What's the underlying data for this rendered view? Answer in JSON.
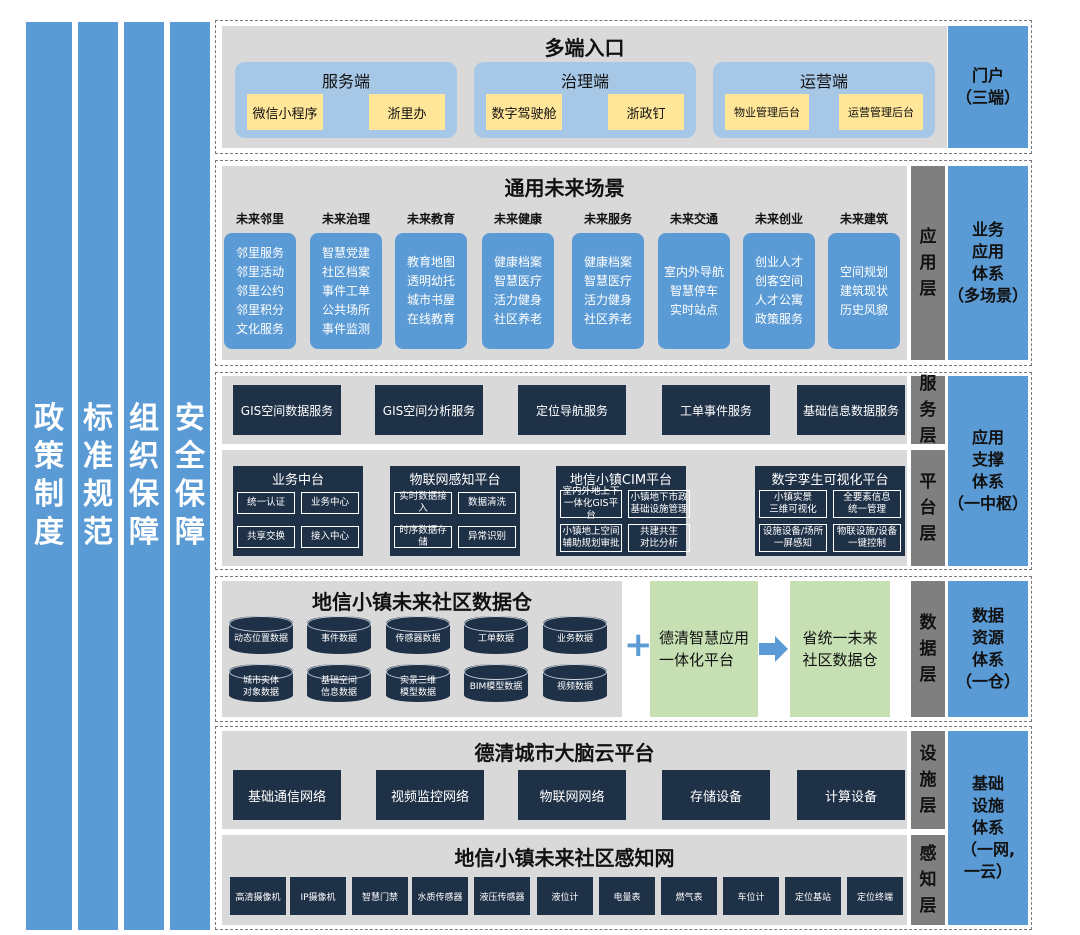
{
  "left_columns": [
    "政策制度",
    "标准规范",
    "组织保障",
    "安全保障"
  ],
  "portal": {
    "title": "多端入口",
    "right_label": [
      "门户",
      "（三端）"
    ],
    "groups": [
      {
        "title": "服务端",
        "items": [
          "微信小程序",
          "浙里办"
        ]
      },
      {
        "title": "治理端",
        "items": [
          "数字驾驶舱",
          "浙政钉"
        ]
      },
      {
        "title": "运营端",
        "items": [
          "物业管理后台",
          "运营管理后台"
        ]
      }
    ]
  },
  "application": {
    "title": "通用未来场景",
    "layer_label": "应用层",
    "right_label": [
      "业务",
      "应用",
      "体系",
      "（多场景）"
    ],
    "scenes": [
      {
        "name": "未来邻里",
        "items": [
          "邻里服务",
          "邻里活动",
          "邻里公约",
          "邻里积分",
          "文化服务"
        ]
      },
      {
        "name": "未来治理",
        "items": [
          "智慧党建",
          "社区档案",
          "事件工单",
          "公共场所",
          "事件监测"
        ]
      },
      {
        "name": "未来教育",
        "items": [
          "教育地图",
          "透明幼托",
          "城市书屋",
          "在线教育"
        ]
      },
      {
        "name": "未来健康",
        "items": [
          "健康档案",
          "智慧医疗",
          "活力健身",
          "社区养老"
        ]
      },
      {
        "name": "未来服务",
        "items": [
          "健康档案",
          "智慧医疗",
          "活力健身",
          "社区养老"
        ]
      },
      {
        "name": "未来交通",
        "items": [
          "室内外导航",
          "智慧停车",
          "实时站点"
        ]
      },
      {
        "name": "未来创业",
        "items": [
          "创业人才",
          "创客空间",
          "人才公寓",
          "政策服务"
        ]
      },
      {
        "name": "未来建筑",
        "items": [
          "空间规划",
          "建筑现状",
          "历史风貌"
        ]
      }
    ]
  },
  "service": {
    "layer_label": "服务层",
    "items": [
      "GIS空间数据服务",
      "GIS空间分析服务",
      "定位导航服务",
      "工单事件服务",
      "基础信息数据服务"
    ]
  },
  "support_right_label": [
    "应用",
    "支撑",
    "体系",
    "（一中枢）"
  ],
  "platform": {
    "layer_label": "平台层",
    "groups": [
      {
        "title": "业务中台",
        "items": [
          "统一认证",
          "业务中心",
          "共享交换",
          "接入中心"
        ]
      },
      {
        "title": "物联网感知平台",
        "items": [
          "实时数据接入",
          "数据清洗",
          "时序数据存储",
          "异常识别"
        ]
      },
      {
        "title": "地信小镇CIM平台",
        "items": [
          "室内外地上下|一体化GIS平台",
          "小镇地下市政|基础设施管理",
          "小镇地上空间|辅助规划审批",
          "共建共生|对比分析"
        ]
      },
      {
        "title": "数字孪生可视化平台",
        "items": [
          "小镇实景|三维可视化",
          "全要素信息|统一管理",
          "设施设备/场所|一屏感知",
          "物联设施/设备|一键控制"
        ]
      }
    ]
  },
  "data": {
    "title": "地信小镇未来社区数据仓",
    "layer_label": "数据层",
    "right_label": [
      "数据",
      "资源",
      "体系",
      "（一仓）"
    ],
    "cylinders": [
      "动态位置数据",
      "事件数据",
      "传感器数据",
      "工单数据",
      "业务数据",
      "城市实体|对象数据",
      "基础空间|信息数据",
      "实景三维|模型数据",
      "BIM模型数据",
      "视频数据"
    ],
    "plus": "+",
    "green1": [
      "德清智慧应用",
      "一体化平台"
    ],
    "green2": [
      "省统一未来",
      "社区数据仓"
    ]
  },
  "infra": {
    "title": "德清城市大脑云平台",
    "layer_label": "设施层",
    "items": [
      "基础通信网络",
      "视频监控网络",
      "物联网网络",
      "存储设备",
      "计算设备"
    ]
  },
  "sense": {
    "title": "地信小镇未来社区感知网",
    "layer_label": "感知层",
    "items": [
      "高清摄像机",
      "IP摄像机",
      "智慧门禁",
      "水质传感器",
      "液压传感器",
      "液位计",
      "电量表",
      "燃气表",
      "车位计",
      "定位基站",
      "定位终端"
    ]
  },
  "infra_right_label": [
    "基础",
    "设施",
    "体系",
    "（一网,",
    "一云）"
  ]
}
